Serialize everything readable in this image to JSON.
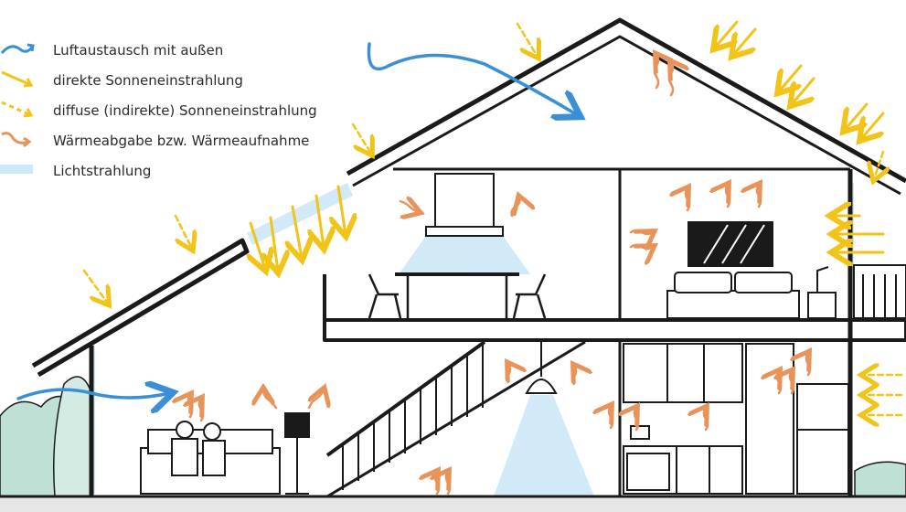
{
  "legend": {
    "items": [
      {
        "label": "Luftaustausch mit außen",
        "icon": "blue-curved-arrow-icon",
        "color": "#3a8fd6"
      },
      {
        "label": "direkte Sonneneinstrahlung",
        "icon": "yellow-solid-arrow-icon",
        "color": "#f2c318"
      },
      {
        "label": "diffuse (indirekte) Sonneneinstrahlung",
        "icon": "yellow-dashed-arrow-icon",
        "color": "#f2c318"
      },
      {
        "label": "Wärmeabgabe bzw. Wärmeaufnahme",
        "icon": "orange-wavy-arrow-icon",
        "color": "#e8935a"
      },
      {
        "label": "Lichtstrahlung",
        "icon": "light-beam-icon",
        "color": "#c9e6f5"
      }
    ]
  },
  "colors": {
    "air": "#3a8fd6",
    "sun": "#f2c318",
    "heat": "#e8935a",
    "light": "#cde8f6",
    "line": "#1a1a1a",
    "plant": "#bfe0d4"
  }
}
